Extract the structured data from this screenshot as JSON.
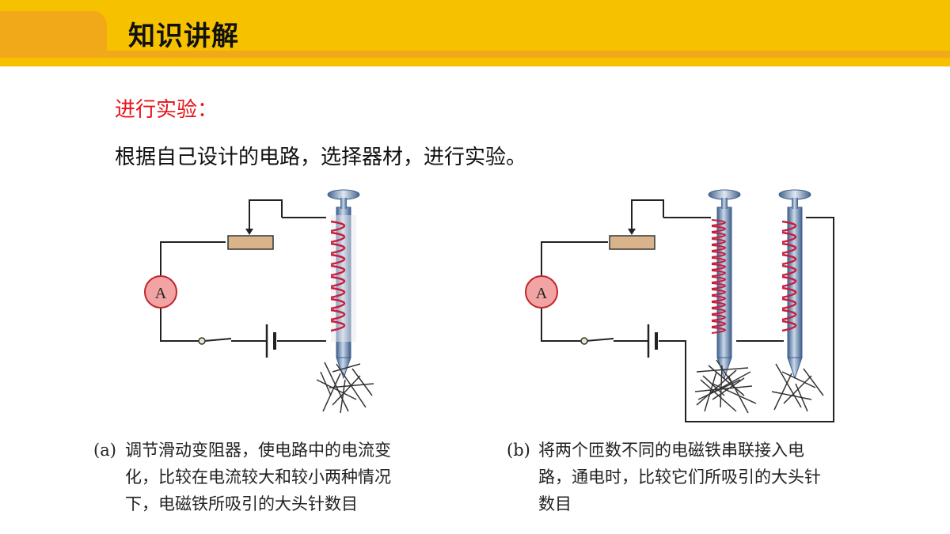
{
  "header": {
    "title": "知识讲解"
  },
  "section": {
    "subtitle": "进行实验：",
    "instruction": "根据自己设计的电路，选择器材，进行实验。"
  },
  "diagram_a": {
    "ammeter_label": "A",
    "caption_tag": "(a)",
    "caption_line1": "调节滑动变阻器，使电路中的电流变",
    "caption_line2": "化，比较在电流较大和较小两种情况",
    "caption_line3": "下，电磁铁所吸引的大头针数目"
  },
  "diagram_b": {
    "ammeter_label": "A",
    "caption_tag": "(b)",
    "caption_line1": "将两个匝数不同的电磁铁串联接入电",
    "caption_line2": "路，通电时，比较它们所吸引的大头针",
    "caption_line3": "数目"
  },
  "colors": {
    "header_yellow": "#f6c200",
    "header_orange": "#f1a91a",
    "subtitle_red": "#e8141b",
    "ammeter_fill": "#f2a3a3",
    "ammeter_stroke": "#c0272d",
    "rheostat_fill": "#d9b48a",
    "coil_red": "#c81e3c",
    "nail_blue": "#6c8fb8"
  }
}
